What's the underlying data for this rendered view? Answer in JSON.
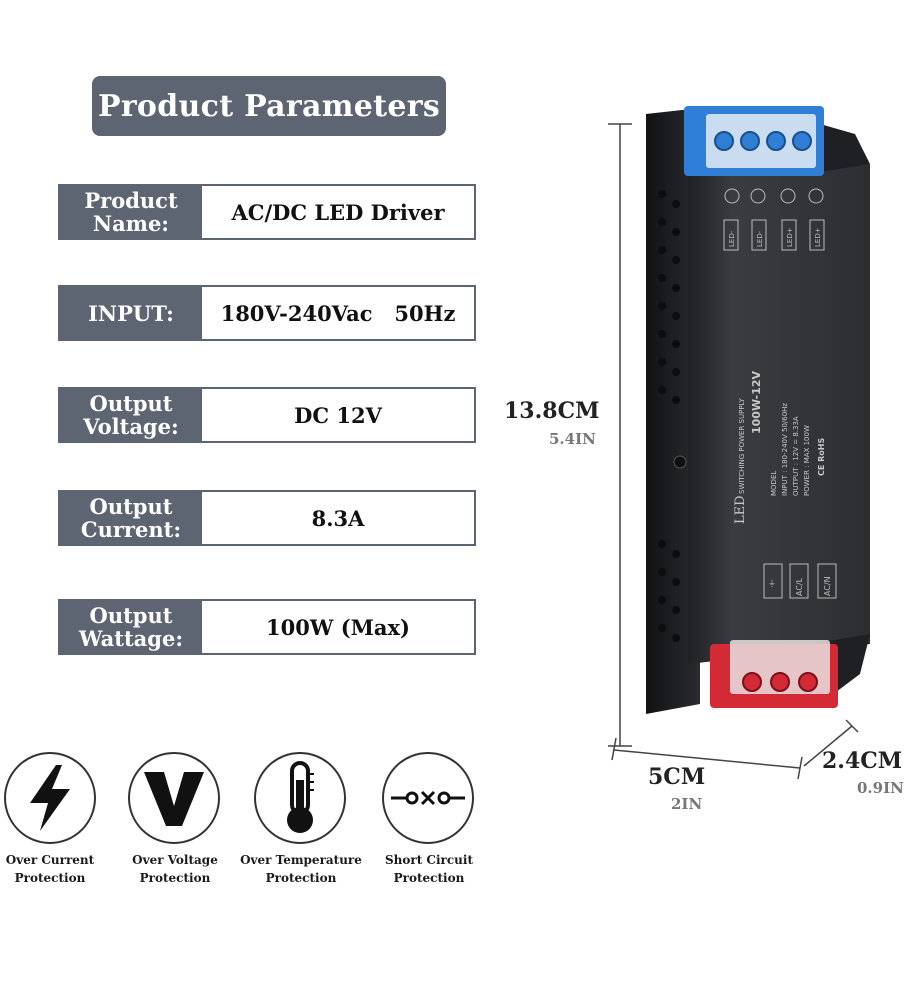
{
  "title": "Product Parameters",
  "params": [
    {
      "label": "Product\nName:",
      "value": "AC/DC LED Driver"
    },
    {
      "label": "INPUT:",
      "value": "180V-240Vac   50Hz"
    },
    {
      "label": "Output\nVoltage:",
      "value": "DC 12V"
    },
    {
      "label": "Output\nCurrent:",
      "value": "8.3A"
    },
    {
      "label": "Output\nWattage:",
      "value": "100W (Max)"
    }
  ],
  "protections": [
    {
      "icon": "lightning-icon",
      "label": "Over Current\nProtection"
    },
    {
      "icon": "voltage-v-icon",
      "label": "Over Voltage\nProtection"
    },
    {
      "icon": "thermometer-icon",
      "label": "Over Temperature\nProtection"
    },
    {
      "icon": "short-circuit-icon",
      "label": "Short Circuit\nProtection"
    }
  ],
  "dimensions": {
    "height_cm": "13.8CM",
    "height_in": "5.4IN",
    "width_cm": "5CM",
    "width_in": "2IN",
    "depth_cm": "2.4CM",
    "depth_in": "0.9IN"
  },
  "device": {
    "model": "100W-12V",
    "series": "LED",
    "series_suffix": "SWITCHING  POWER SUPPLY",
    "spec_lines": [
      "MODEL",
      "INPUT   : 180-240V 50/60Hz",
      "OUTPUT  : 12V = 8.33A",
      "POWER   : MAX 100W"
    ],
    "cert": "CE RoHS",
    "terminals_top": [
      "LED-",
      "LED-",
      "LED+",
      "LED+"
    ],
    "terminals_bottom": [
      "⏚",
      "AC/L",
      "AC/N"
    ]
  },
  "colors": {
    "banner": "#5d6573",
    "device_body": "#2e3034",
    "terminal_blue": "#2f7fd6",
    "terminal_red": "#d42a35"
  }
}
